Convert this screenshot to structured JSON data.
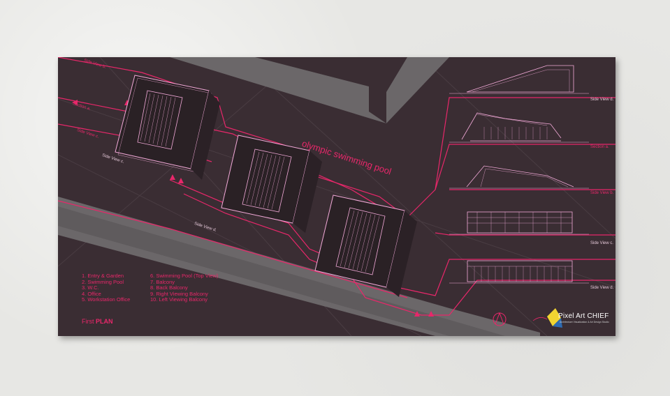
{
  "project_title": "olympic swimming pool",
  "plan_title": {
    "prefix": "First",
    "emphasis": "PLAN"
  },
  "legend_left": [
    "1. Entry & Garden",
    "2. Swimming Pool",
    "3. W.C.",
    "4. Office",
    "5. Workstation Office"
  ],
  "legend_right": [
    "6. Swimming Pool (Top View)",
    "7. Balcony",
    "8. Back Balcony",
    "9. Right Viewing Balcony",
    "10. Left Viewing Balcony"
  ],
  "plan_labels": {
    "side_view_b": "Side View b.",
    "section_a": "Section a.",
    "side_view_c": "Side View c.",
    "side_view_c_top": "Side View c.",
    "side_view_d": "Side View d."
  },
  "elevation_labels": [
    "Side View d.",
    "Section a.",
    "Side View b.",
    "Side View c.",
    "Side View d."
  ],
  "logo": {
    "name": "Pixel Art CHIEF",
    "tagline": "Architecture Visualization & Art Design Studio"
  },
  "colors": {
    "board": "#3a2d33",
    "accent": "#e8276a",
    "linework": "#f2a9d8",
    "road": "#6e6a6c"
  }
}
